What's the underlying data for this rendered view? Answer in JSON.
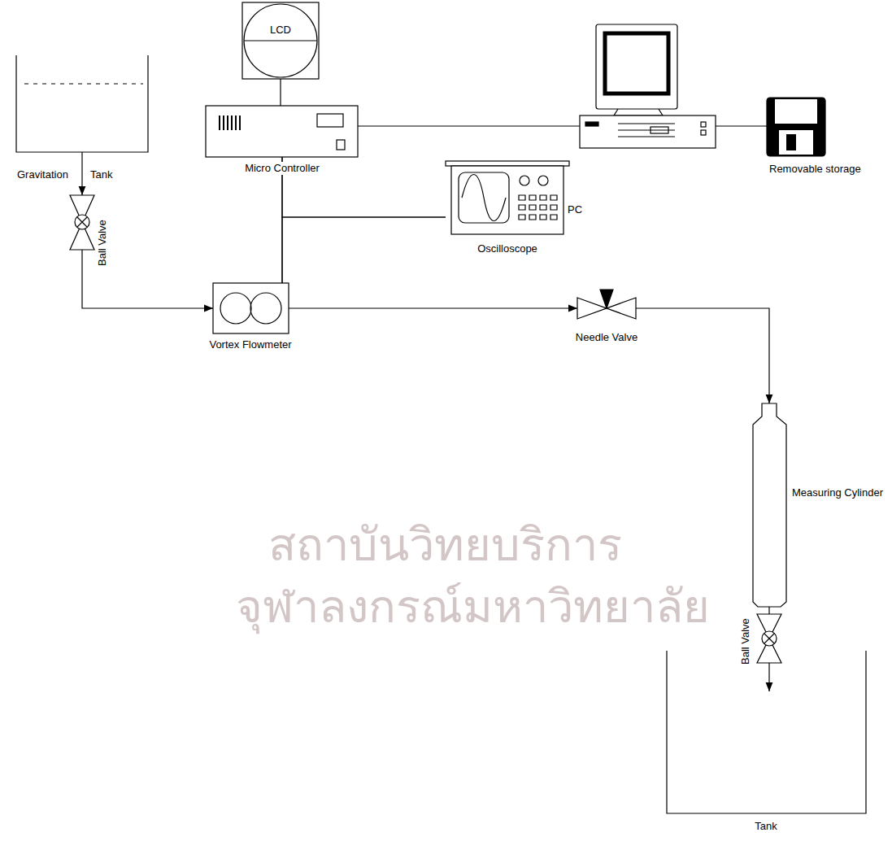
{
  "diagram": {
    "nodes": [
      {
        "text": [
          "Gravitation",
          "Tank"
        ]
      },
      {
        "text": [
          "Ball Valve"
        ]
      },
      {
        "text": [
          "LCD"
        ]
      },
      {
        "text": [
          "Micro Controller"
        ]
      },
      {
        "text": [
          "PC"
        ]
      },
      {
        "text": [
          "Removable storage"
        ]
      },
      {
        "text": [
          "Oscilloscope"
        ]
      },
      {
        "text": [
          "Vortex Flowmeter"
        ]
      },
      {
        "text": [
          "Needle Valve"
        ]
      },
      {
        "text": [
          "Measuring Cylinder"
        ]
      },
      {
        "text": [
          "Ball Valve"
        ]
      },
      {
        "text": [
          "Tank"
        ]
      }
    ],
    "edges": [
      {
        "from": 0,
        "to": 1,
        "arrow": "to"
      },
      {
        "from": 1,
        "to": 7,
        "arrow": "to"
      },
      {
        "from": 2,
        "to": 3,
        "arrow": "none"
      },
      {
        "from": 3,
        "to": 4,
        "arrow": "none"
      },
      {
        "from": 4,
        "to": 5,
        "arrow": "none"
      },
      {
        "from": 7,
        "to": 3,
        "arrow": "none"
      },
      {
        "from": 6,
        "to": 3,
        "arrow": "none"
      },
      {
        "from": 6,
        "to": 7,
        "arrow": "none"
      },
      {
        "from": 7,
        "to": 8,
        "arrow": "to"
      },
      {
        "from": 8,
        "to": 9,
        "arrow": "to"
      },
      {
        "from": 9,
        "to": 10,
        "arrow": "none"
      },
      {
        "from": 10,
        "to": 11,
        "arrow": "to"
      }
    ],
    "labels": [
      "สถาบันวิทยบริการ",
      "จุฬาลงกรณ์มหาวิทยาลัย"
    ]
  }
}
